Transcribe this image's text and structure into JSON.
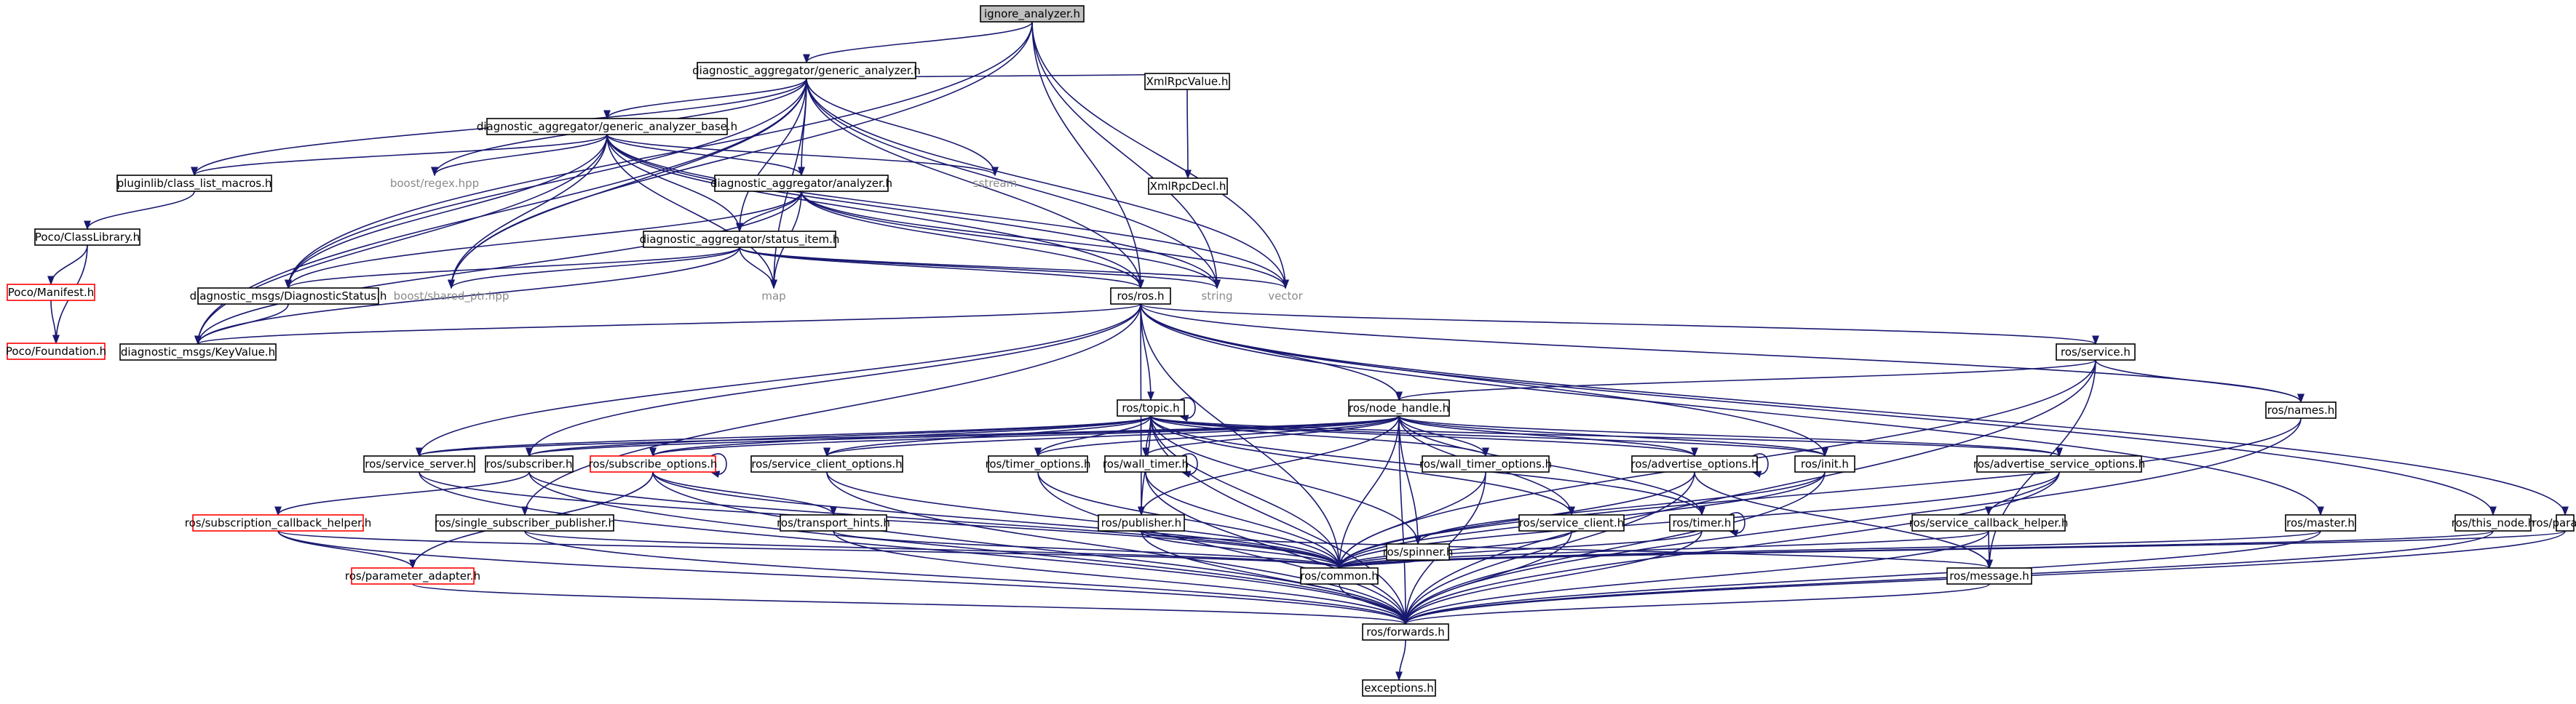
{
  "diagram": {
    "nodes": [
      {
        "id": "ignore_analyzer",
        "label": "ignore_analyzer.h",
        "style": "root"
      },
      {
        "id": "generic_analyzer",
        "label": "diagnostic_aggregator/generic_analyzer.h",
        "style": "normal"
      },
      {
        "id": "xmlrpcvalue",
        "label": "XmlRpcValue.h",
        "style": "normal"
      },
      {
        "id": "xmlrpcdecl",
        "label": "XmlRpcDecl.h",
        "style": "normal"
      },
      {
        "id": "generic_analyzer_base",
        "label": "diagnostic_aggregator/generic_analyzer_base.h",
        "style": "normal"
      },
      {
        "id": "class_list_macros",
        "label": "pluginlib/class_list_macros.h",
        "style": "normal"
      },
      {
        "id": "regex",
        "label": "boost/regex.hpp",
        "style": "gray"
      },
      {
        "id": "analyzer",
        "label": "diagnostic_aggregator/analyzer.h",
        "style": "normal"
      },
      {
        "id": "sstream",
        "label": "sstream",
        "style": "gray"
      },
      {
        "id": "classlibrary",
        "label": "Poco/ClassLibrary.h",
        "style": "normal"
      },
      {
        "id": "status_item",
        "label": "diagnostic_aggregator/status_item.h",
        "style": "normal"
      },
      {
        "id": "manifest",
        "label": "Poco/Manifest.h",
        "style": "red"
      },
      {
        "id": "diag_status",
        "label": "diagnostic_msgs/DiagnosticStatus.h",
        "style": "normal"
      },
      {
        "id": "shared_ptr",
        "label": "boost/shared_ptr.hpp",
        "style": "gray"
      },
      {
        "id": "map",
        "label": "map",
        "style": "gray"
      },
      {
        "id": "string",
        "label": "string",
        "style": "gray"
      },
      {
        "id": "vector",
        "label": "vector",
        "style": "gray"
      },
      {
        "id": "ros",
        "label": "ros/ros.h",
        "style": "normal"
      },
      {
        "id": "foundation",
        "label": "Poco/Foundation.h",
        "style": "red"
      },
      {
        "id": "keyvalue",
        "label": "diagnostic_msgs/KeyValue.h",
        "style": "normal"
      },
      {
        "id": "service",
        "label": "ros/service.h",
        "style": "normal"
      },
      {
        "id": "topic",
        "label": "ros/topic.h",
        "style": "normal"
      },
      {
        "id": "node_handle",
        "label": "ros/node_handle.h",
        "style": "normal"
      },
      {
        "id": "names",
        "label": "ros/names.h",
        "style": "normal"
      },
      {
        "id": "service_server",
        "label": "ros/service_server.h",
        "style": "normal"
      },
      {
        "id": "subscriber",
        "label": "ros/subscriber.h",
        "style": "normal"
      },
      {
        "id": "subscribe_options",
        "label": "ros/subscribe_options.h",
        "style": "red"
      },
      {
        "id": "service_client_options",
        "label": "ros/service_client_options.h",
        "style": "normal"
      },
      {
        "id": "timer_options",
        "label": "ros/timer_options.h",
        "style": "normal"
      },
      {
        "id": "wall_timer",
        "label": "ros/wall_timer.h",
        "style": "normal"
      },
      {
        "id": "wall_timer_options",
        "label": "ros/wall_timer_options.h",
        "style": "normal"
      },
      {
        "id": "advertise_options",
        "label": "ros/advertise_options.h",
        "style": "normal"
      },
      {
        "id": "init",
        "label": "ros/init.h",
        "style": "normal"
      },
      {
        "id": "advertise_service_options",
        "label": "ros/advertise_service_options.h",
        "style": "normal"
      },
      {
        "id": "subscription_callback_helper",
        "label": "ros/subscription_callback_helper.h",
        "style": "red"
      },
      {
        "id": "single_subscriber_publisher",
        "label": "ros/single_subscriber_publisher.h",
        "style": "normal"
      },
      {
        "id": "transport_hints",
        "label": "ros/transport_hints.h",
        "style": "normal"
      },
      {
        "id": "publisher",
        "label": "ros/publisher.h",
        "style": "normal"
      },
      {
        "id": "spinner",
        "label": "ros/spinner.h",
        "style": "normal"
      },
      {
        "id": "service_client",
        "label": "ros/service_client.h",
        "style": "normal"
      },
      {
        "id": "timer",
        "label": "ros/timer.h",
        "style": "normal"
      },
      {
        "id": "service_callback_helper",
        "label": "ros/service_callback_helper.h",
        "style": "normal"
      },
      {
        "id": "master",
        "label": "ros/master.h",
        "style": "normal"
      },
      {
        "id": "this_node",
        "label": "ros/this_node.h",
        "style": "normal"
      },
      {
        "id": "param",
        "label": "ros/param.h",
        "style": "normal"
      },
      {
        "id": "parameter_adapter",
        "label": "ros/parameter_adapter.h",
        "style": "red"
      },
      {
        "id": "common",
        "label": "ros/common.h",
        "style": "normal"
      },
      {
        "id": "message",
        "label": "ros/message.h",
        "style": "normal"
      },
      {
        "id": "forwards",
        "label": "ros/forwards.h",
        "style": "normal"
      },
      {
        "id": "exceptions",
        "label": "exceptions.h",
        "style": "normal"
      }
    ],
    "edges": [
      [
        "ignore_analyzer",
        "generic_analyzer"
      ],
      [
        "ignore_analyzer",
        "diag_status"
      ],
      [
        "ignore_analyzer",
        "shared_ptr"
      ],
      [
        "ignore_analyzer",
        "string"
      ],
      [
        "ignore_analyzer",
        "vector"
      ],
      [
        "ignore_analyzer",
        "ros"
      ],
      [
        "generic_analyzer",
        "xmlrpcvalue"
      ],
      [
        "generic_analyzer",
        "generic_analyzer_base"
      ],
      [
        "generic_analyzer",
        "class_list_macros"
      ],
      [
        "generic_analyzer",
        "regex"
      ],
      [
        "generic_analyzer",
        "analyzer"
      ],
      [
        "generic_analyzer",
        "sstream"
      ],
      [
        "generic_analyzer",
        "status_item"
      ],
      [
        "generic_analyzer",
        "diag_status"
      ],
      [
        "generic_analyzer",
        "shared_ptr"
      ],
      [
        "generic_analyzer",
        "map"
      ],
      [
        "generic_analyzer",
        "string"
      ],
      [
        "generic_analyzer",
        "vector"
      ],
      [
        "generic_analyzer",
        "ros"
      ],
      [
        "generic_analyzer",
        "keyvalue"
      ],
      [
        "xmlrpcvalue",
        "xmlrpcdecl"
      ],
      [
        "generic_analyzer_base",
        "class_list_macros"
      ],
      [
        "generic_analyzer_base",
        "regex"
      ],
      [
        "generic_analyzer_base",
        "analyzer"
      ],
      [
        "generic_analyzer_base",
        "sstream"
      ],
      [
        "generic_analyzer_base",
        "status_item"
      ],
      [
        "generic_analyzer_base",
        "diag_status"
      ],
      [
        "generic_analyzer_base",
        "shared_ptr"
      ],
      [
        "generic_analyzer_base",
        "map"
      ],
      [
        "generic_analyzer_base",
        "string"
      ],
      [
        "generic_analyzer_base",
        "vector"
      ],
      [
        "generic_analyzer_base",
        "ros"
      ],
      [
        "generic_analyzer_base",
        "keyvalue"
      ],
      [
        "class_list_macros",
        "classlibrary"
      ],
      [
        "classlibrary",
        "manifest"
      ],
      [
        "classlibrary",
        "foundation"
      ],
      [
        "manifest",
        "foundation"
      ],
      [
        "analyzer",
        "status_item"
      ],
      [
        "analyzer",
        "diag_status"
      ],
      [
        "analyzer",
        "map"
      ],
      [
        "analyzer",
        "string"
      ],
      [
        "analyzer",
        "vector"
      ],
      [
        "analyzer",
        "ros"
      ],
      [
        "analyzer",
        "keyvalue"
      ],
      [
        "status_item",
        "diag_status"
      ],
      [
        "status_item",
        "shared_ptr"
      ],
      [
        "status_item",
        "map"
      ],
      [
        "status_item",
        "string"
      ],
      [
        "status_item",
        "vector"
      ],
      [
        "status_item",
        "ros"
      ],
      [
        "status_item",
        "keyvalue"
      ],
      [
        "diag_status",
        "keyvalue"
      ],
      [
        "ros",
        "keyvalue"
      ],
      [
        "ros",
        "service"
      ],
      [
        "ros",
        "topic"
      ],
      [
        "ros",
        "node_handle"
      ],
      [
        "ros",
        "names"
      ],
      [
        "ros",
        "service_server"
      ],
      [
        "ros",
        "subscriber"
      ],
      [
        "ros",
        "single_subscriber_publisher"
      ],
      [
        "ros",
        "init"
      ],
      [
        "ros",
        "master"
      ],
      [
        "ros",
        "this_node"
      ],
      [
        "ros",
        "param"
      ],
      [
        "ros",
        "common"
      ],
      [
        "ros",
        "publisher"
      ],
      [
        "service",
        "node_handle"
      ],
      [
        "service",
        "names"
      ],
      [
        "service",
        "common"
      ],
      [
        "service",
        "message"
      ],
      [
        "service",
        "forwards"
      ],
      [
        "topic",
        "topic"
      ],
      [
        "topic",
        "service_server"
      ],
      [
        "topic",
        "subscriber"
      ],
      [
        "topic",
        "subscribe_options"
      ],
      [
        "topic",
        "service_client_options"
      ],
      [
        "topic",
        "timer_options"
      ],
      [
        "topic",
        "wall_timer"
      ],
      [
        "topic",
        "wall_timer_options"
      ],
      [
        "topic",
        "advertise_options"
      ],
      [
        "topic",
        "init"
      ],
      [
        "topic",
        "advertise_service_options"
      ],
      [
        "topic",
        "publisher"
      ],
      [
        "topic",
        "spinner"
      ],
      [
        "topic",
        "service_client"
      ],
      [
        "topic",
        "timer"
      ],
      [
        "topic",
        "common"
      ],
      [
        "topic",
        "forwards"
      ],
      [
        "node_handle",
        "service_server"
      ],
      [
        "node_handle",
        "subscriber"
      ],
      [
        "node_handle",
        "subscribe_options"
      ],
      [
        "node_handle",
        "service_client_options"
      ],
      [
        "node_handle",
        "timer_options"
      ],
      [
        "node_handle",
        "wall_timer"
      ],
      [
        "node_handle",
        "wall_timer_options"
      ],
      [
        "node_handle",
        "advertise_options"
      ],
      [
        "node_handle",
        "init"
      ],
      [
        "node_handle",
        "advertise_service_options"
      ],
      [
        "node_handle",
        "publisher"
      ],
      [
        "node_handle",
        "spinner"
      ],
      [
        "node_handle",
        "service_client"
      ],
      [
        "node_handle",
        "timer"
      ],
      [
        "node_handle",
        "common"
      ],
      [
        "node_handle",
        "forwards"
      ],
      [
        "names",
        "common"
      ],
      [
        "names",
        "forwards"
      ],
      [
        "service_server",
        "common"
      ],
      [
        "service_server",
        "forwards"
      ],
      [
        "subscriber",
        "subscription_callback_helper"
      ],
      [
        "subscriber",
        "common"
      ],
      [
        "subscriber",
        "forwards"
      ],
      [
        "subscribe_options",
        "subscribe_options"
      ],
      [
        "subscribe_options",
        "transport_hints"
      ],
      [
        "subscribe_options",
        "parameter_adapter"
      ],
      [
        "subscribe_options",
        "common"
      ],
      [
        "subscribe_options",
        "forwards"
      ],
      [
        "service_client_options",
        "common"
      ],
      [
        "service_client_options",
        "forwards"
      ],
      [
        "timer_options",
        "common"
      ],
      [
        "timer_options",
        "forwards"
      ],
      [
        "wall_timer",
        "wall_timer"
      ],
      [
        "wall_timer",
        "common"
      ],
      [
        "wall_timer",
        "forwards"
      ],
      [
        "wall_timer_options",
        "common"
      ],
      [
        "wall_timer_options",
        "forwards"
      ],
      [
        "advertise_options",
        "advertise_options"
      ],
      [
        "advertise_options",
        "common"
      ],
      [
        "advertise_options",
        "message"
      ],
      [
        "advertise_options",
        "forwards"
      ],
      [
        "init",
        "spinner"
      ],
      [
        "init",
        "common"
      ],
      [
        "init",
        "forwards"
      ],
      [
        "advertise_service_options",
        "service_callback_helper"
      ],
      [
        "advertise_service_options",
        "common"
      ],
      [
        "advertise_service_options",
        "forwards"
      ],
      [
        "subscription_callback_helper",
        "parameter_adapter"
      ],
      [
        "subscription_callback_helper",
        "common"
      ],
      [
        "subscription_callback_helper",
        "forwards"
      ],
      [
        "single_subscriber_publisher",
        "common"
      ],
      [
        "single_subscriber_publisher",
        "forwards"
      ],
      [
        "transport_hints",
        "common"
      ],
      [
        "transport_hints",
        "forwards"
      ],
      [
        "publisher",
        "common"
      ],
      [
        "publisher",
        "message"
      ],
      [
        "publisher",
        "forwards"
      ],
      [
        "spinner",
        "common"
      ],
      [
        "service_client",
        "common"
      ],
      [
        "service_client",
        "forwards"
      ],
      [
        "timer",
        "timer"
      ],
      [
        "timer",
        "common"
      ],
      [
        "timer",
        "forwards"
      ],
      [
        "service_callback_helper",
        "common"
      ],
      [
        "service_callback_helper",
        "message"
      ],
      [
        "service_callback_helper",
        "forwards"
      ],
      [
        "master",
        "common"
      ],
      [
        "master",
        "forwards"
      ],
      [
        "this_node",
        "common"
      ],
      [
        "this_node",
        "forwards"
      ],
      [
        "param",
        "common"
      ],
      [
        "param",
        "forwards"
      ],
      [
        "parameter_adapter",
        "forwards"
      ],
      [
        "common",
        "forwards"
      ],
      [
        "message",
        "forwards"
      ],
      [
        "forwards",
        "exceptions"
      ]
    ]
  }
}
